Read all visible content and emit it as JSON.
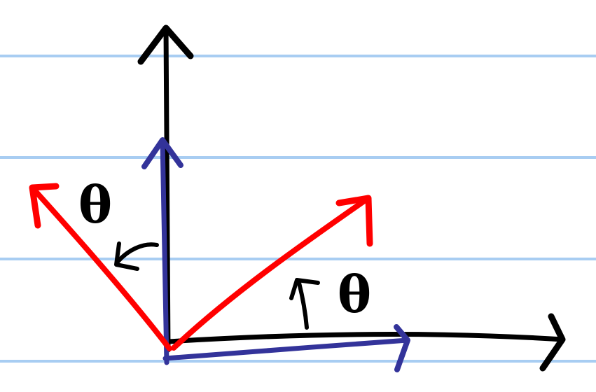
{
  "colors": {
    "paper": "#ffffff",
    "ruled_line": "#a8cdf2",
    "axes": "#000000",
    "original_basis": "#33339a",
    "rotated_basis": "#ff0000",
    "angle_marker": "#000000"
  },
  "labels": {
    "angle_upper": "θ",
    "angle_lower": "θ"
  },
  "icons": {
    "axis_arrowheads": "open-chevron",
    "angle_markers": "curved-arrow"
  }
}
